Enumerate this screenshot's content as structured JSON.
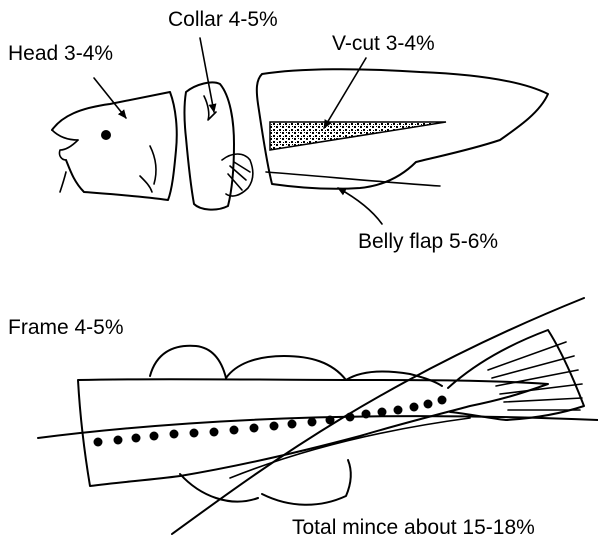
{
  "labels": {
    "head": "Head 3-4%",
    "collar": "Collar 4-5%",
    "v_cut": "V-cut 3-4%",
    "belly_flap": "Belly flap 5-6%",
    "frame": "Frame 4-5%",
    "total_mince": "Total mince about 15-18%"
  },
  "colors": {
    "ink": "#000000",
    "background": "#ffffff"
  }
}
